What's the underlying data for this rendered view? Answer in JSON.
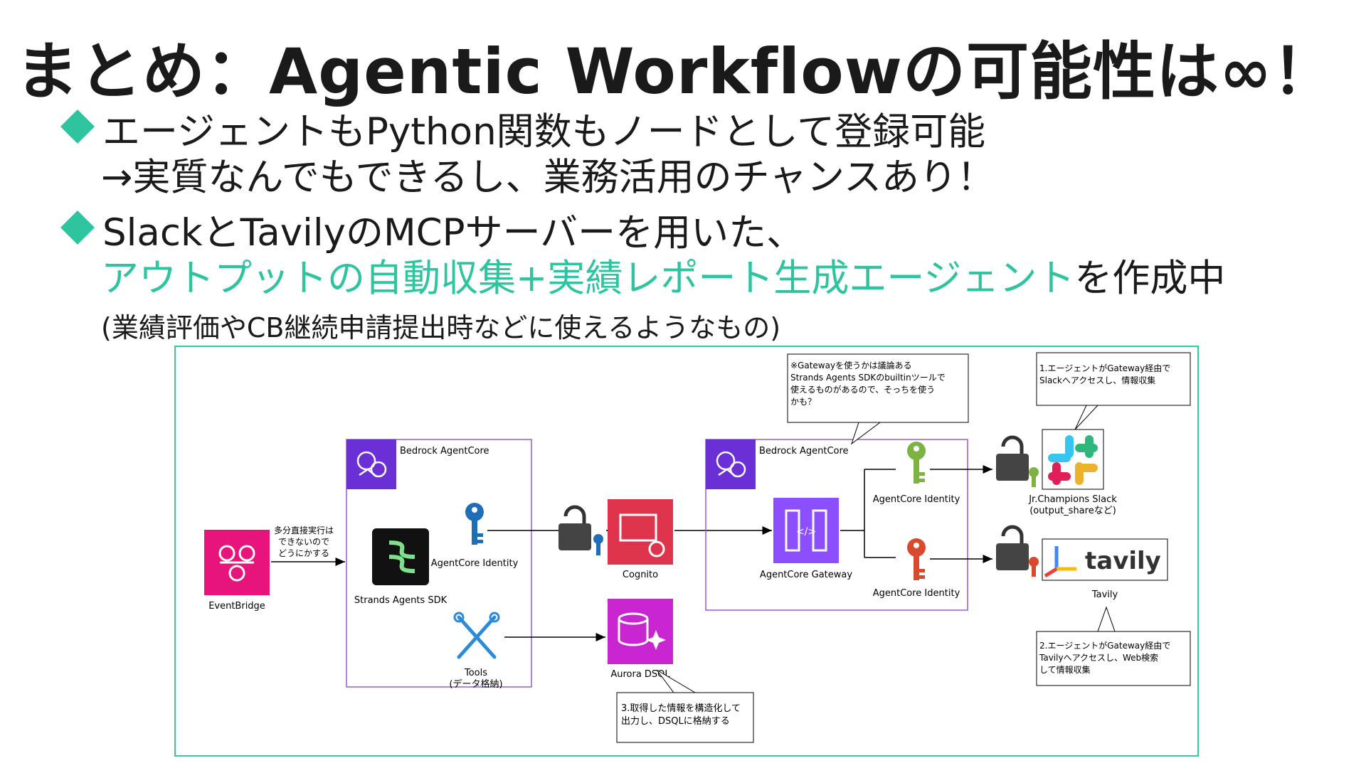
{
  "title": "まとめ：Agentic Workflowの可能性は∞！",
  "bullets": {
    "b1_line1": "エージェントもPython関数もノードとして登録可能",
    "b1_line2": "→実質なんでもできるし、業務活用のチャンスあり！",
    "b2_line1": "SlackとTavilyのMCPサーバーを用いた、",
    "b2_line2_highlight": "アウトプットの自動収集+実績レポート生成エージェント",
    "b2_line2_rest": "を作成中",
    "b2_note": "(業績評価やCB継続申請提出時などに使えるようなもの)"
  },
  "diagram": {
    "eventbridge": "EventBridge",
    "eventbridge_note": [
      "多分直接実行は",
      "できないので",
      "どうにかする"
    ],
    "bedrock_left": "Bedrock AgentCore",
    "strands_sdk": "Strands Agents SDK",
    "agentcore_identity_left": "AgentCore Identity",
    "tools": [
      "Tools",
      "(データ格納)"
    ],
    "cognito": "Cognito",
    "aurora": "Aurora DSQL",
    "bedrock_right": "Bedrock AgentCore",
    "gateway": "AgentCore Gateway",
    "identity_top": "AgentCore Identity",
    "identity_bottom": "AgentCore Identity",
    "slack_label": [
      "Jr.Champions Slack",
      "(output_shareなど)"
    ],
    "tavily_logo": "tavily",
    "tavily_label": "Tavily",
    "note_gateway": [
      "※Gatewayを使うかは議論ある",
      "Strands Agents SDKのbuiltinツールで",
      "使えるものがあるので、そっちを使う",
      "かも？"
    ],
    "note_slack": [
      "1.エージェントがGateway経由で",
      "Slackへアクセスし、情報収集"
    ],
    "note_tavily": [
      "2.エージェントがGateway経由で",
      "Tavilyへアクセスし、Web検索",
      "して情報収集"
    ],
    "note_dsql": [
      "3.取得した情報を構造化して",
      "出力し、DSQLに格納する"
    ]
  },
  "colors": {
    "accent": "#2ec4a0",
    "eventbridge": "#e7157b",
    "cognito": "#dd344c",
    "aurora": "#c925d1",
    "gateway": "#8c4fff",
    "bedrock_icon": "#6b2fd6",
    "key_blue": "#1f6fb8",
    "key_green": "#7cb342",
    "key_red": "#d84a2b"
  }
}
